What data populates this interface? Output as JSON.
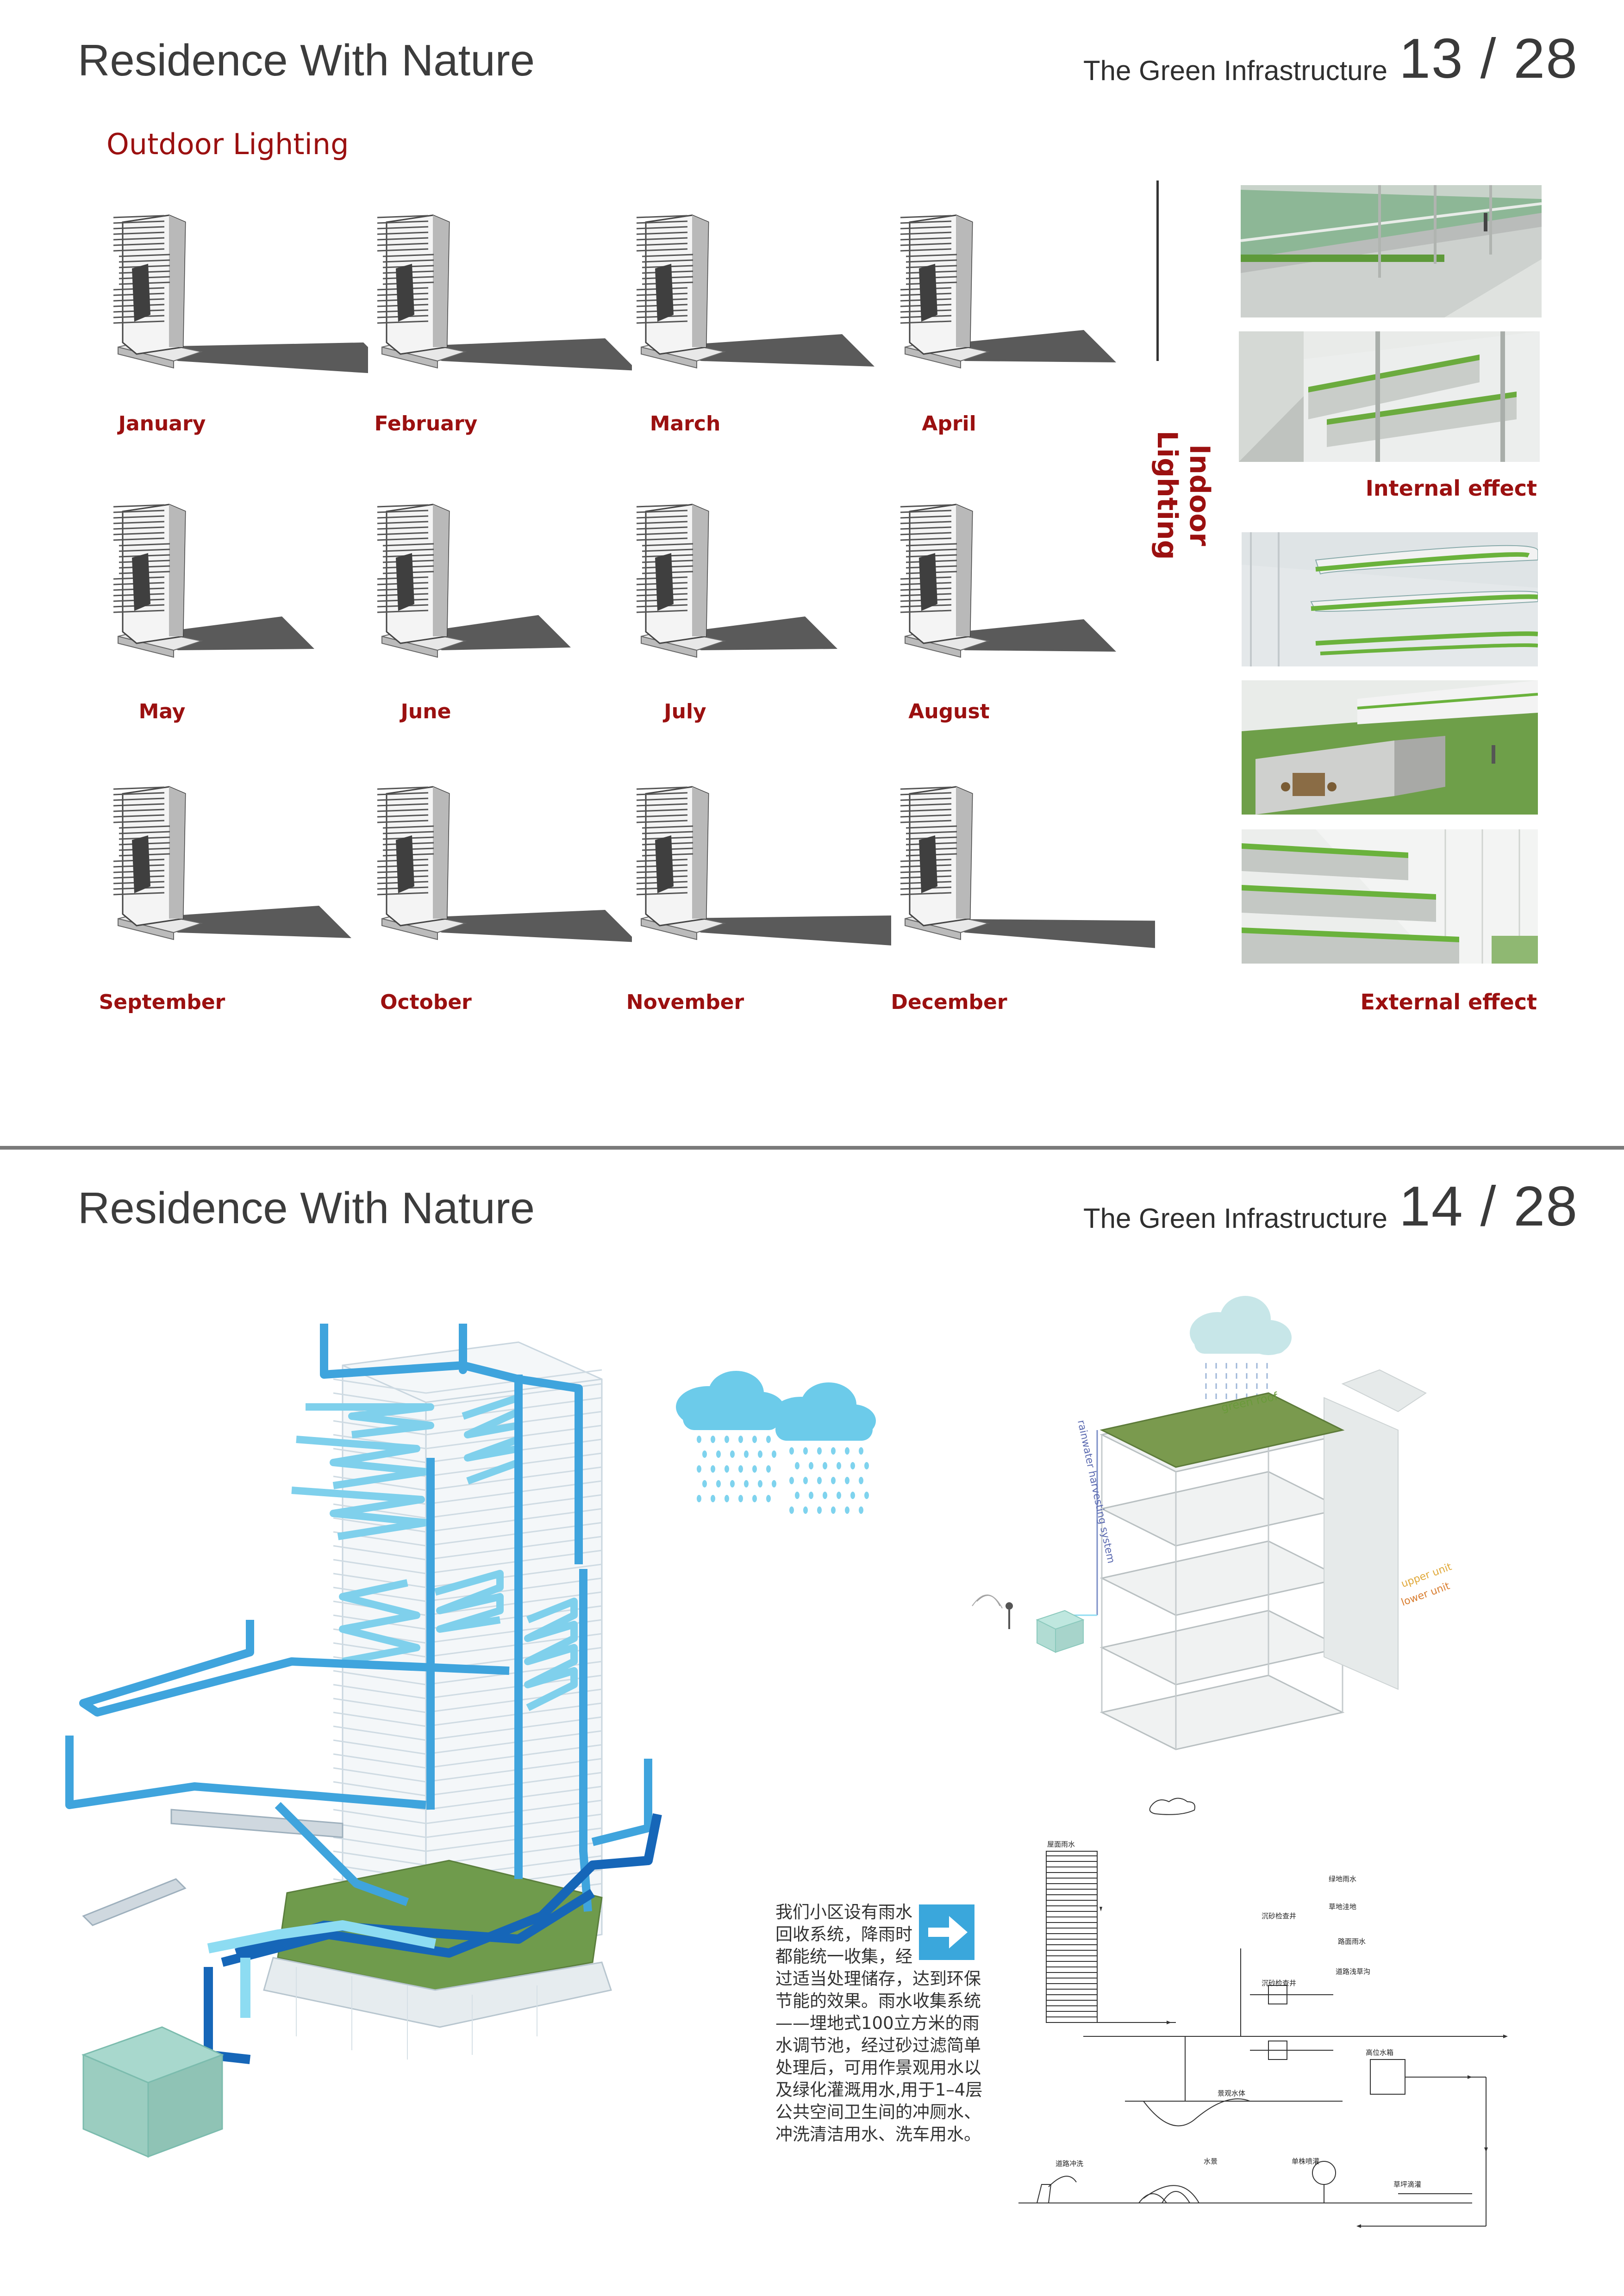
{
  "page13": {
    "title": "Residence With Nature",
    "subtitle": "The Green Infrastructure",
    "page_number": "13 / 28",
    "outdoor_heading": "Outdoor Lighting",
    "indoor_heading": "Indoor Lighting",
    "months": [
      "January",
      "February",
      "March",
      "April",
      "May",
      "June",
      "July",
      "August",
      "September",
      "October",
      "November",
      "December"
    ],
    "internal_caption": "Internal effect",
    "external_caption": "External effect"
  },
  "page14": {
    "title": "Residence With Nature",
    "subtitle": "The Green Infrastructure",
    "page_number": "14 / 28",
    "description": "我们小区设有雨水\n回收系统，降雨时\n都能统一收集，经\n过适当处理储存，达到环保\n节能的效果。雨水收集系统\n——埋地式100立方米的雨\n水调节池，经过砂过滤简单\n处理后，可用作景观用水以\n及绿化灌溉用水,用于1–4层\n公共空间卫生间的冲厕水、\n冲洗清洁用水、洗车用水。",
    "green_roof_label": "green roof",
    "rainwater_label": "rainwater harvesting system",
    "upper_unit_label": "upper unit",
    "lower_unit_label": "lower unit",
    "schematic": {
      "roof_rain": "屋面雨水",
      "green_rain": "绿地雨水",
      "green_low": "草地洼地",
      "sediment_1": "沉砂检查井",
      "road_rain": "路面雨水",
      "road_ditch": "道路浅草沟",
      "sediment_2": "沉砂检查井",
      "high_tank": "高位水箱",
      "landscape_water": "景观水体",
      "road_wash": "道路冲洗",
      "water_feature": "水景",
      "tree_spray": "单株喷灌",
      "lawn_drip": "草坪滴灌"
    }
  }
}
